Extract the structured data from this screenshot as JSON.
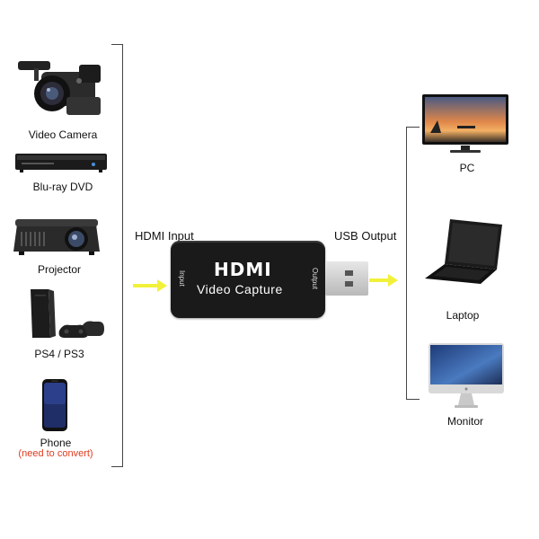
{
  "inputs": [
    {
      "label": "Video Camera",
      "icon": "video-camera-icon"
    },
    {
      "label": "Blu-ray DVD",
      "icon": "bluray-player-icon"
    },
    {
      "label": "Projector",
      "icon": "projector-icon"
    },
    {
      "label": "PS4 / PS3",
      "icon": "game-console-icon"
    },
    {
      "label": "Phone",
      "note": "(need to convert)",
      "icon": "phone-icon"
    }
  ],
  "outputs": [
    {
      "label": "PC",
      "icon": "pc-monitor-icon"
    },
    {
      "label": "Laptop",
      "icon": "laptop-icon"
    },
    {
      "label": "Monitor",
      "icon": "monitor-icon"
    }
  ],
  "hdmi_input_label": "HDMI Input",
  "usb_output_label": "USB Output",
  "device": {
    "logo": "HDMI",
    "name": "Video Capture",
    "input_side": "Input",
    "output_side": "Output"
  },
  "colors": {
    "arrow": "#f2f13a",
    "note": "#e03a1e",
    "device_body": "#1a1a1a"
  }
}
